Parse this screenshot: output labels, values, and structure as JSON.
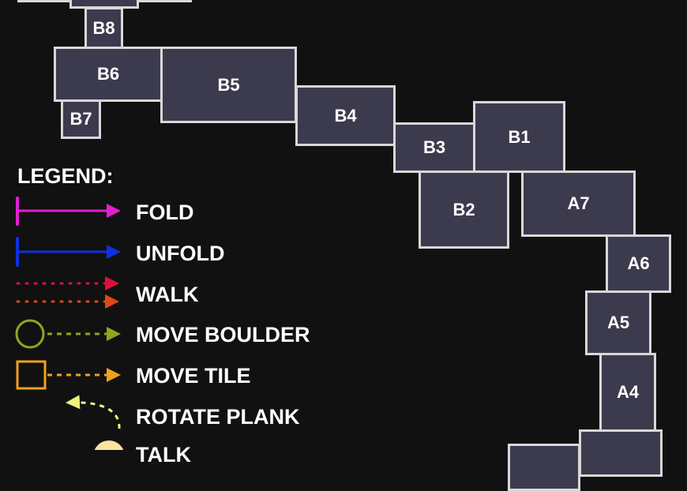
{
  "rooms": {
    "B8": "B8",
    "B6": "B6",
    "B5": "B5",
    "B7": "B7",
    "B4": "B4",
    "B3": "B3",
    "B1": "B1",
    "B2": "B2",
    "A7": "A7",
    "A6": "A6",
    "A5": "A5",
    "A4": "A4"
  },
  "legend": {
    "title": "LEGEND:",
    "items": [
      {
        "label": "FOLD",
        "color": "#e020d0"
      },
      {
        "label": "UNFOLD",
        "color": "#1030e0"
      },
      {
        "label": "WALK",
        "color": "#e0103a",
        "color2": "#e04818"
      },
      {
        "label": "MOVE BOULDER",
        "color": "#8aa820"
      },
      {
        "label": "MOVE TILE",
        "color": "#f0a020"
      },
      {
        "label": "ROTATE PLANK",
        "color": "#f0f080"
      },
      {
        "label": "TALK",
        "color": "#fbe3a0"
      }
    ]
  }
}
